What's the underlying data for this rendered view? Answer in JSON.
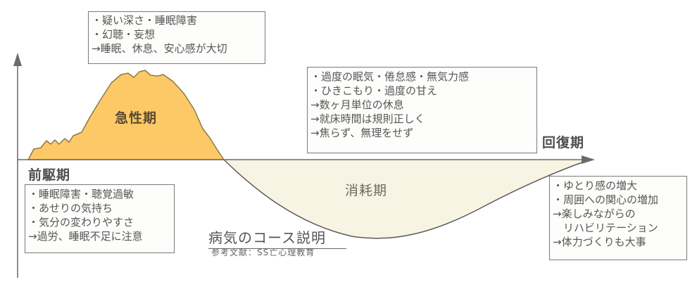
{
  "title": "病気のコース説明",
  "subtitle": "参考文献：SS亡心理教育",
  "phases": {
    "prodromal": {
      "label": "前駆期",
      "items": [
        "・睡眠障害・聴覚過敏",
        "・あせりの気持ち",
        "・気分の変わりやすさ",
        "→過労、睡眠不足に注意"
      ]
    },
    "acute": {
      "label": "急性期",
      "items": [
        "・疑い深さ・睡眠障害",
        "・幻聴・妄想",
        "→睡眠、休息、安心感が大切"
      ]
    },
    "depletion": {
      "label": "消耗期",
      "items": [
        "・過度の眠気・倦怠感・無気力感",
        "・ひきこもり・過度の甘え",
        "→数ヶ月単位の休息",
        "→就床時間は規則正しく",
        "→焦らず、無理をせず"
      ]
    },
    "recovery": {
      "label": "回復期",
      "items": [
        "・ゆとり感の増大",
        "・周囲への関心の増加",
        "→楽しみながらの",
        "　リハビリテーション",
        "→体力づくりも大事"
      ]
    }
  },
  "colors": {
    "acute_fill": "#fcc966",
    "acute_stroke": "#8a7a4a",
    "depletion_fill": "#f8f4e4",
    "axis": "#6a6a6a",
    "box_border": "#7a7a7a"
  }
}
